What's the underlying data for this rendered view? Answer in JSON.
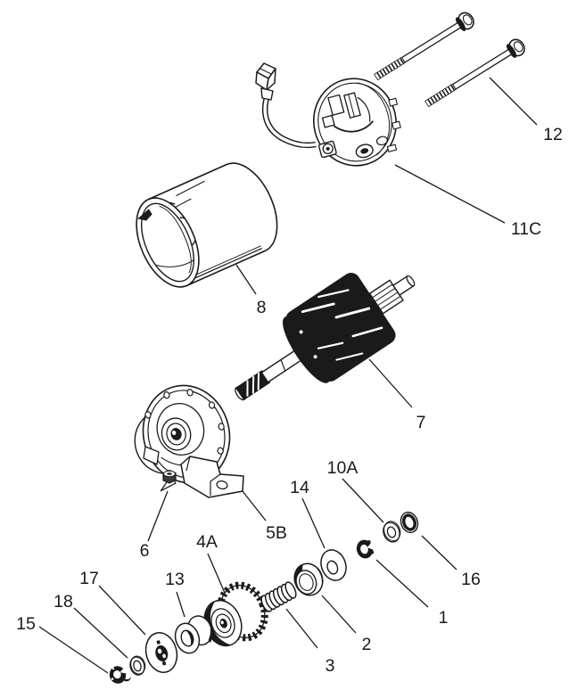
{
  "canvas": {
    "background": "#ffffff",
    "line_color": "#1a1a1a"
  },
  "callouts": [
    {
      "id": "12",
      "label": "12",
      "part": "thru-bolts"
    },
    {
      "id": "11C",
      "label": "11C",
      "part": "brush-end-cap-assembly"
    },
    {
      "id": "8",
      "label": "8",
      "part": "frame-cylinder"
    },
    {
      "id": "7",
      "label": "7",
      "part": "armature"
    },
    {
      "id": "5B",
      "label": "5B",
      "part": "drive-end-housing"
    },
    {
      "id": "6",
      "label": "6",
      "part": "nut"
    },
    {
      "id": "4A",
      "label": "4A",
      "part": "pinion-gear"
    },
    {
      "id": "14",
      "label": "14",
      "part": "washer"
    },
    {
      "id": "10A",
      "label": "10A",
      "part": "washer"
    },
    {
      "id": "16",
      "label": "16",
      "part": "ring"
    },
    {
      "id": "1",
      "label": "1",
      "part": "snap-ring"
    },
    {
      "id": "2",
      "label": "2",
      "part": "drive-collar"
    },
    {
      "id": "3",
      "label": "3",
      "part": "spring"
    },
    {
      "id": "13",
      "label": "13",
      "part": "spacer"
    },
    {
      "id": "17",
      "label": "17",
      "part": "retainer-washer"
    },
    {
      "id": "18",
      "label": "18",
      "part": "washer"
    },
    {
      "id": "15",
      "label": "15",
      "part": "e-clip"
    }
  ]
}
